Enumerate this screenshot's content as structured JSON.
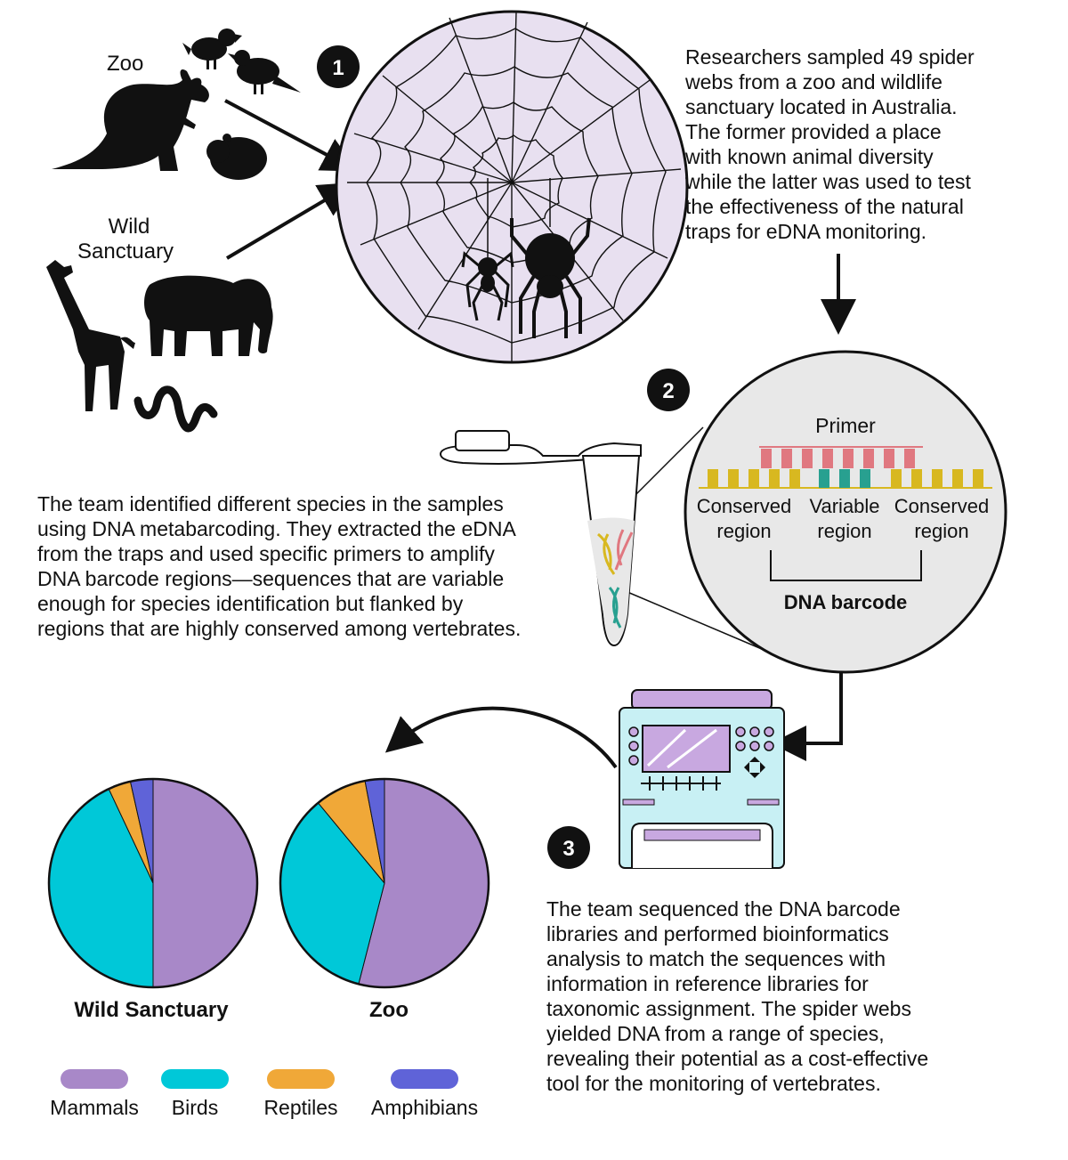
{
  "step_badges": [
    "1",
    "2",
    "3"
  ],
  "sources": {
    "zoo_label": "Zoo",
    "wild_label_line1": "Wild",
    "wild_label_line2": "Sanctuary"
  },
  "step1_text": [
    "Researchers sampled 49 spider",
    "webs from a zoo and wildlife",
    "sanctuary located in Australia.",
    "The former provided a place",
    "with known animal diversity",
    "while the latter was used to test",
    "the effectiveness of the natural",
    "traps for eDNA monitoring."
  ],
  "step2_text": [
    "The team identified different species in the samples",
    "using DNA metabarcoding. They extracted the eDNA",
    "from the traps and used specific primers to amplify",
    "DNA barcode regions—sequences that are variable",
    "enough for species identification but flanked by",
    "regions that are highly conserved among vertebrates."
  ],
  "barcode": {
    "primer_label": "Primer",
    "conserved_left": [
      "Conserved",
      "region"
    ],
    "variable": [
      "Variable",
      "region"
    ],
    "conserved_right": [
      "Conserved",
      "region"
    ],
    "barcode_label": "DNA barcode"
  },
  "step3_text": [
    "The team sequenced the DNA barcode",
    "libraries and performed bioinformatics",
    "analysis to match the sequences with",
    "information in reference libraries for",
    "taxonomic assignment. The spider webs",
    "yielded DNA from a range of species,",
    "revealing their potential as a cost-effective",
    "tool for the monitoring of vertebrates."
  ],
  "colors": {
    "mammals": "#a888c8",
    "birds": "#00c8d8",
    "reptiles": "#f0a838",
    "amphibians": "#5f63d8",
    "web_fill": "#e8e0f0",
    "zoom_fill": "#e8e8e8",
    "primer": "#e07880",
    "conserved": "#d8b820",
    "variable": "#28a090",
    "machine": "#c8f0f4",
    "machine_lid": "#c8a8e0"
  },
  "chart_data": [
    {
      "type": "pie",
      "title": "Wild Sanctuary",
      "categories": [
        "Mammals",
        "Birds",
        "Reptiles",
        "Amphibians"
      ],
      "values": [
        50,
        43,
        3.5,
        3.5
      ]
    },
    {
      "type": "pie",
      "title": "Zoo",
      "categories": [
        "Mammals",
        "Birds",
        "Reptiles",
        "Amphibians"
      ],
      "values": [
        54,
        35,
        8,
        3
      ]
    }
  ],
  "legend": [
    "Mammals",
    "Birds",
    "Reptiles",
    "Amphibians"
  ]
}
